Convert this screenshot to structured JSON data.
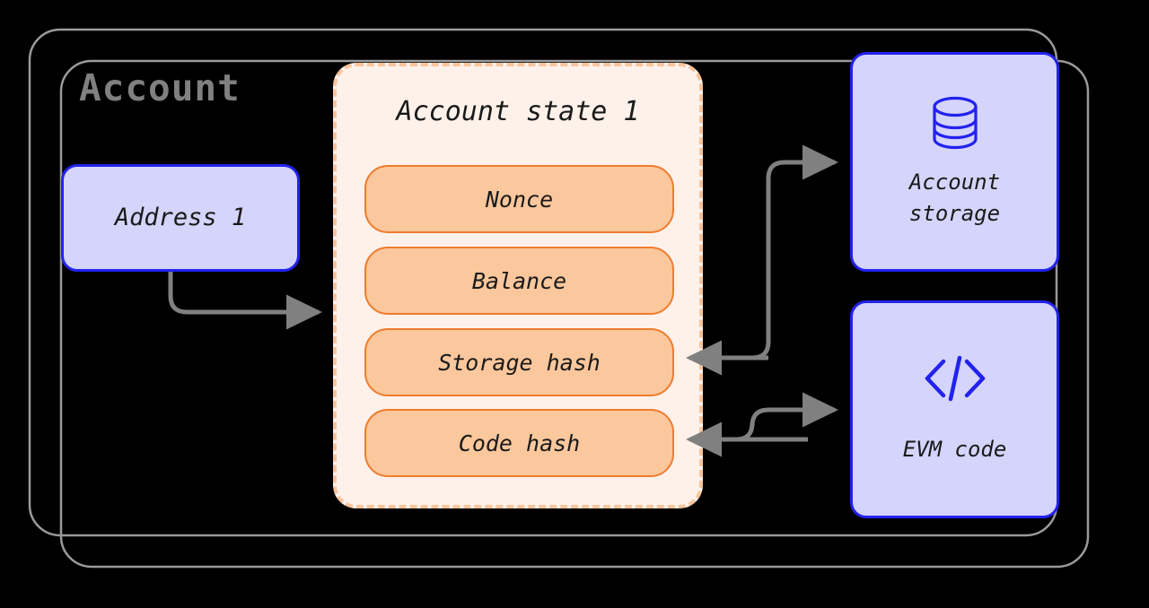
{
  "diagram": {
    "title": "Account",
    "title_color": "#808080",
    "background": "#000000"
  },
  "account": {
    "label": "Account",
    "address_box": {
      "label": "Address 1",
      "fill": "#d5d4fb",
      "border": "#2222ee"
    }
  },
  "account_state": {
    "title": "Account state 1",
    "panel_fill": "#fdf1ea",
    "panel_border": "#f9c49b",
    "fields": [
      {
        "label": "Nonce"
      },
      {
        "label": "Balance"
      },
      {
        "label": "Storage hash"
      },
      {
        "label": "Code hash"
      }
    ],
    "field_fill": "#fbc79c",
    "field_border": "#ef7c2d"
  },
  "external": [
    {
      "id": "account-storage",
      "label": "Account\nstorage",
      "icon": "database-icon",
      "fill": "#d5d4fb",
      "border": "#2222ee"
    },
    {
      "id": "evm-code",
      "label": "EVM code",
      "icon": "code-brackets-icon",
      "fill": "#d5d4fb",
      "border": "#2222ee"
    }
  ],
  "connectors": {
    "color": "#808080",
    "items": [
      {
        "name": "address-to-account-state",
        "from": "Address 1",
        "to": "Account state 1"
      },
      {
        "name": "storage-hash-to-account-storage",
        "from": "Storage hash",
        "to": "Account storage"
      },
      {
        "name": "account-storage-to-storage-hash",
        "from": "Account storage",
        "to": "Storage hash"
      },
      {
        "name": "code-hash-to-evm-code",
        "from": "Code hash",
        "to": "EVM code"
      },
      {
        "name": "evm-code-to-code-hash",
        "from": "EVM code",
        "to": "Code hash"
      }
    ]
  }
}
